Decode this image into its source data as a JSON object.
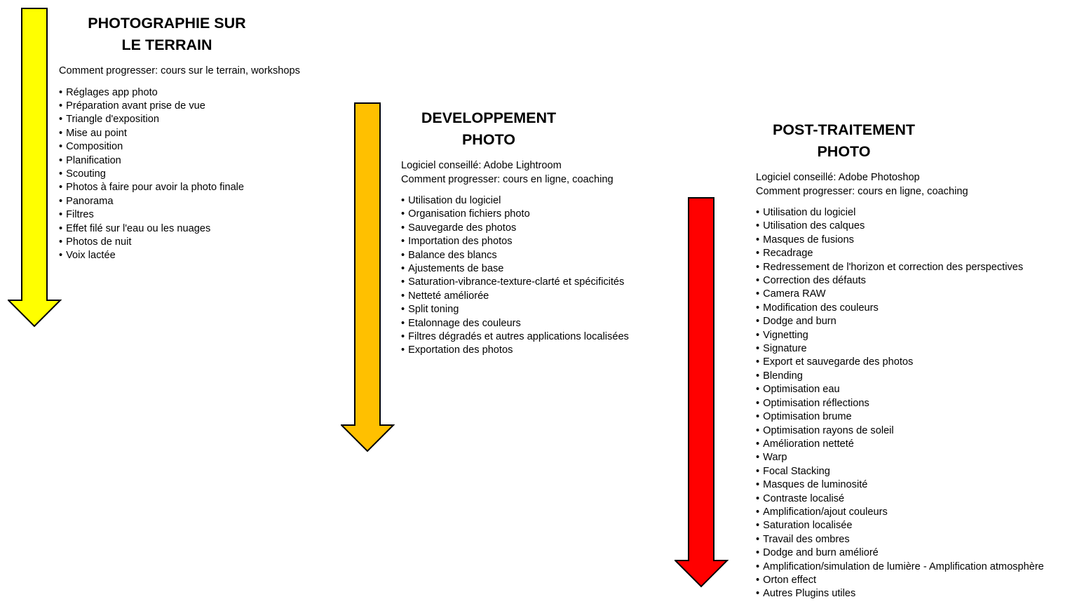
{
  "colors": {
    "arrow_1": "#FFFF00",
    "arrow_2": "#FFC000",
    "arrow_3": "#FF0000",
    "outline": "#000000"
  },
  "sections": [
    {
      "title_lines": [
        "PHOTOGRAPHIE SUR",
        "LE TERRAIN"
      ],
      "meta_lines": [
        "Comment progresser: cours sur le terrain, workshops"
      ],
      "items": [
        "Réglages app photo",
        "Préparation avant prise de vue",
        "Triangle d'exposition",
        "Mise au point",
        "Composition",
        "Planification",
        "Scouting",
        "Photos à faire pour avoir la photo finale",
        "Panorama",
        "Filtres",
        "Effet filé sur l'eau ou les nuages",
        "Photos de nuit",
        "Voix lactée"
      ]
    },
    {
      "title_lines": [
        "DEVELOPPEMENT",
        "PHOTO"
      ],
      "meta_lines": [
        "Logiciel conseillé: Adobe Lightroom",
        "Comment progresser: cours en ligne, coaching"
      ],
      "items": [
        "Utilisation du logiciel",
        "Organisation fichiers photo",
        "Sauvegarde des photos",
        "Importation des photos",
        "Balance des blancs",
        "Ajustements de base",
        "Saturation-vibrance-texture-clarté et spécificités",
        "Netteté améliorée",
        "Split toning",
        "Etalonnage des couleurs",
        "Filtres dégradés et autres applications localisées",
        "Exportation des photos"
      ]
    },
    {
      "title_lines": [
        "POST-TRAITEMENT",
        "PHOTO"
      ],
      "meta_lines": [
        "Logiciel conseillé: Adobe Photoshop",
        "Comment progresser: cours en ligne, coaching"
      ],
      "items": [
        "Utilisation du logiciel",
        "Utilisation des calques",
        "Masques de fusions",
        "Recadrage",
        "Redressement de l'horizon et correction des perspectives",
        "Correction des défauts",
        "Camera RAW",
        "Modification des couleurs",
        "Dodge and burn",
        "Vignetting",
        "Signature",
        "Export et sauvegarde des photos",
        "Blending",
        "Optimisation eau",
        "Optimisation réflections",
        "Optimisation brume",
        "Optimisation rayons de soleil",
        "Amélioration netteté",
        "Warp",
        "Focal Stacking",
        "Masques de luminosité",
        "Contraste localisé",
        "Amplification/ajout couleurs",
        "Saturation localisée",
        "Travail des ombres",
        "Dodge and burn amélioré",
        "Amplification/simulation de lumière - Amplification atmosphère",
        "Orton effect",
        "Autres Plugins utiles"
      ]
    }
  ]
}
